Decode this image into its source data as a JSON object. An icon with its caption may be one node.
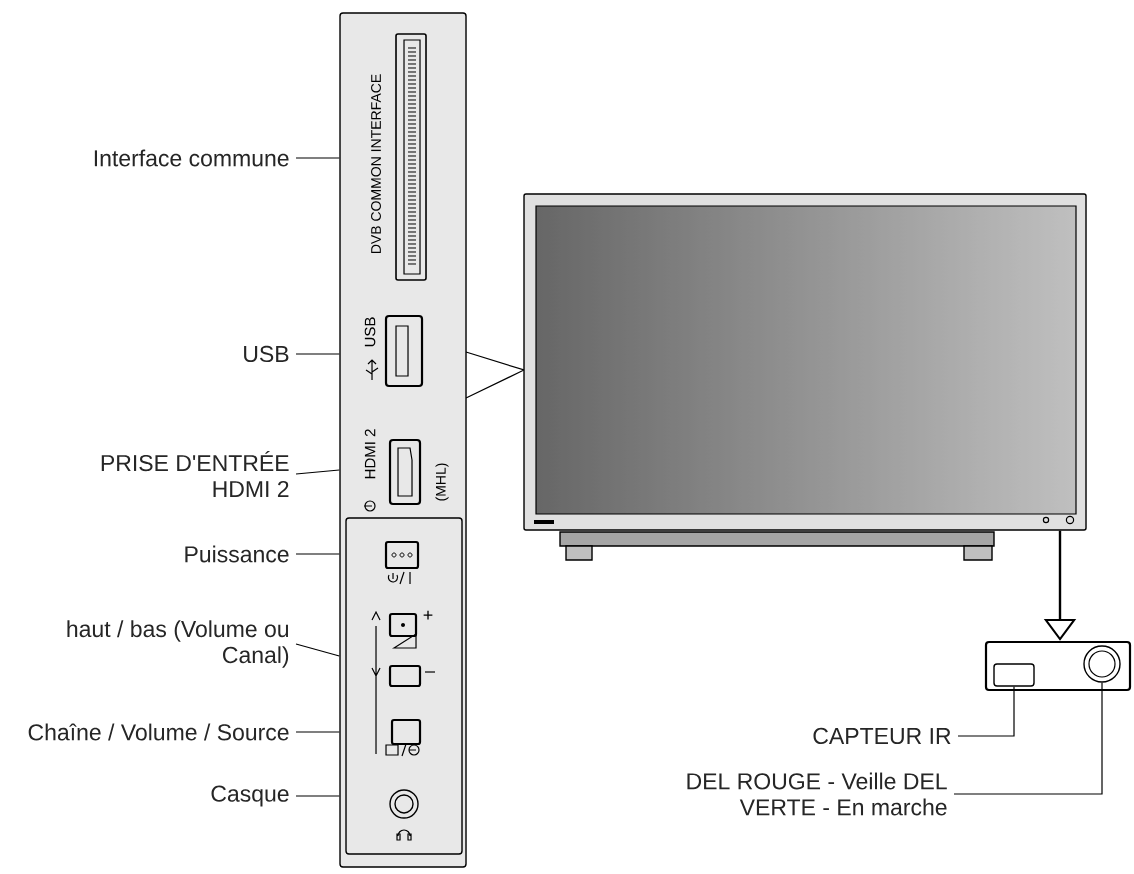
{
  "diagram": {
    "nodes": [
      {
        "text": [
          "Interface commune"
        ]
      },
      {
        "text": [
          "USB"
        ]
      },
      {
        "text": [
          "PRISE D'ENTRÉE HDMI 2"
        ]
      },
      {
        "text": [
          "Puissance"
        ]
      },
      {
        "text": [
          "haut / bas (Volume ou Canal)"
        ]
      },
      {
        "text": [
          "Chaîne / Volume / Source"
        ]
      },
      {
        "text": [
          "Casque"
        ]
      },
      {
        "text": [],
        "shape": "box"
      },
      {
        "text": [],
        "shape": "picture"
      },
      {
        "text": [],
        "shape": "box"
      },
      {
        "text": [],
        "shape": "box",
        "in": 9
      },
      {
        "text": [],
        "shape": "circle",
        "in": 9
      },
      {
        "text": [
          "CAPTEUR IR"
        ]
      },
      {
        "text": [
          "DEL ROUGE - Veille DEL VERTE - En marche"
        ]
      }
    ],
    "edges": [
      {
        "from": 0,
        "to": 7,
        "arrow": "none"
      },
      {
        "from": 1,
        "to": 7,
        "arrow": "none"
      },
      {
        "from": 2,
        "to": 7,
        "arrow": "none"
      },
      {
        "from": 3,
        "to": 7,
        "arrow": "none"
      },
      {
        "from": 4,
        "to": 7,
        "arrow": "none"
      },
      {
        "from": 5,
        "to": 7,
        "arrow": "none"
      },
      {
        "from": 6,
        "to": 7,
        "arrow": "none"
      },
      {
        "from": 8,
        "to": 9,
        "arrow": "to"
      },
      {
        "from": 12,
        "to": 10,
        "arrow": "none"
      },
      {
        "from": 13,
        "to": 11,
        "arrow": "none"
      }
    ],
    "labels": [
      "DVB COMMON INTERFACE",
      "USB",
      "HDMI 2",
      "(MHL)",
      "+",
      "–"
    ]
  }
}
